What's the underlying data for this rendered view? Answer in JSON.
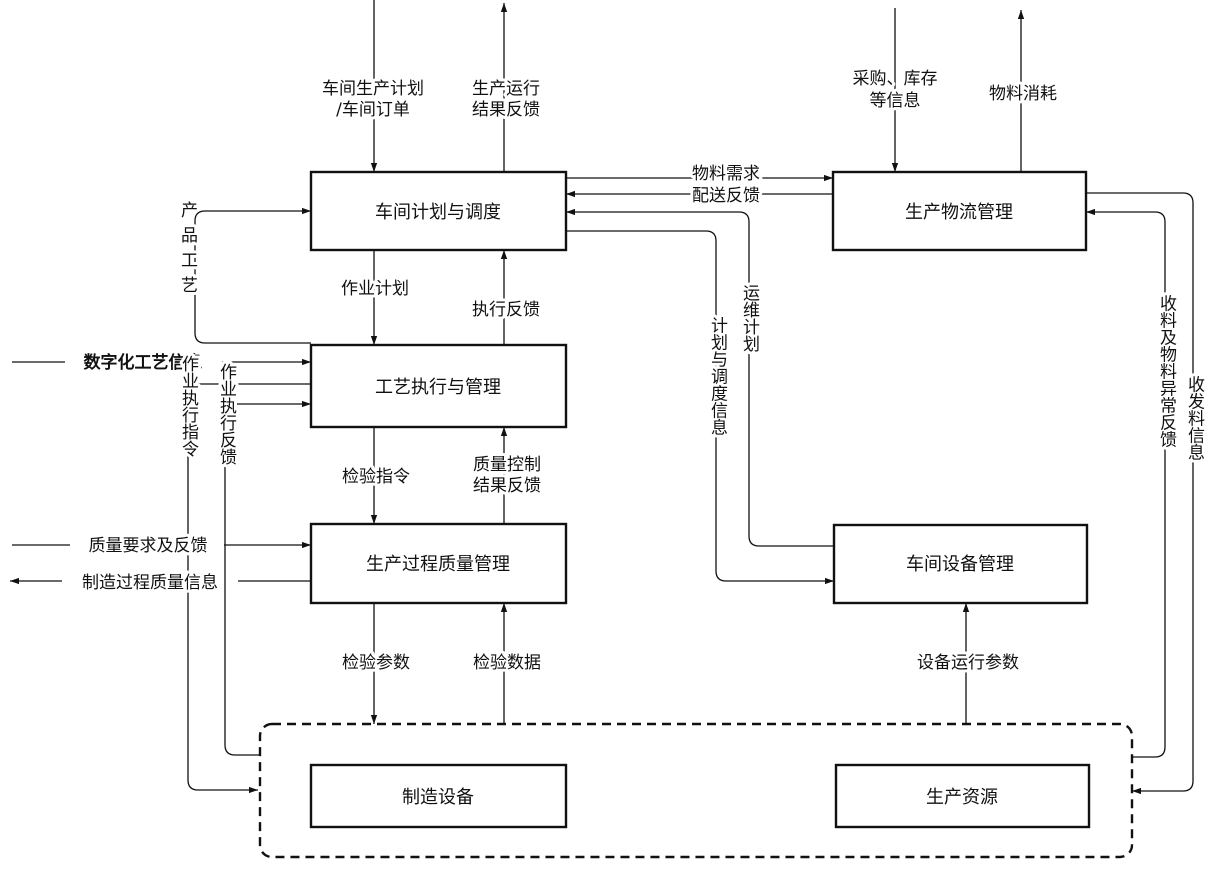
{
  "boxes": {
    "workshop_plan": "车间计划与调度",
    "process_exec": "工艺执行与管理",
    "quality": "生产过程质量管理",
    "logistics": "生产物流管理",
    "equipment": "车间设备管理",
    "mfg_equipment": "制造设备",
    "prod_resource": "生产资源"
  },
  "labels": {
    "plan_in_1": "车间生产计划",
    "plan_in_2": "/车间订单",
    "result_out_1": "生产运行",
    "result_out_2": "结果反馈",
    "purchase_1": "采购、库存",
    "purchase_2": "等信息",
    "material_consume": "物料消耗",
    "material_demand": "物料需求",
    "delivery_feedback": "配送反馈",
    "product_process": "产品工艺",
    "work_plan": "作业计划",
    "exec_feedback": "执行反馈",
    "digital_process": "数字化工艺信息",
    "work_exec_cmd": "作业执行指令",
    "work_exec_feedback": "作业执行反馈",
    "inspect_cmd": "检验指令",
    "qc_result_1": "质量控制",
    "qc_result_2": "结果反馈",
    "quality_req": "质量要求及反馈",
    "mfg_quality_info": "制造过程质量信息",
    "inspect_param": "检验参数",
    "inspect_data": "检验数据",
    "om_plan": "运维计划",
    "plan_dispatch_info": "计划与调度信息",
    "equip_param": "设备运行参数",
    "receive_abnormal": "收料及物料异常反馈",
    "send_receive_info": "收发料信息"
  }
}
